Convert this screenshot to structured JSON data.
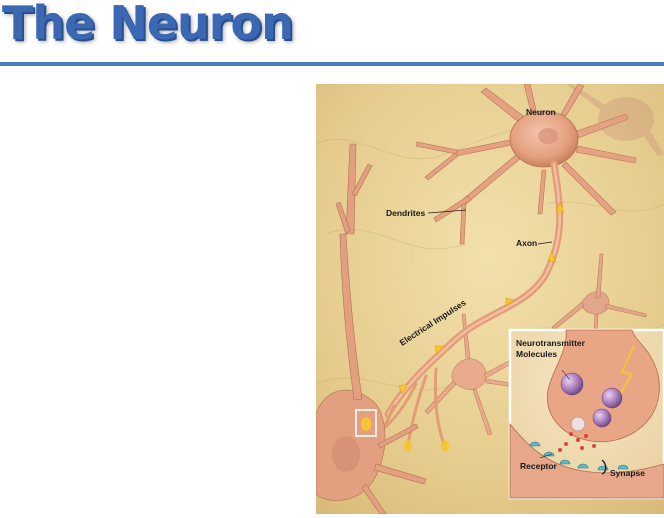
{
  "title": "The Neuron",
  "diagram": {
    "labels": {
      "neuron": "Neuron",
      "dendrites": "Dendrites",
      "axon": "Axon",
      "electrical_impulses": "Electrical Impulses",
      "neurotransmitter_line1": "Neurotransmitter",
      "neurotransmitter_line2": "Molecules",
      "receptor": "Receptor",
      "synapse": "Synapse"
    },
    "colors": {
      "title": "#3a68b3",
      "rule": "#4a7ac2",
      "background": "#e9d39a",
      "neuron_body": "#e7a98a",
      "impulse": "#f7c531"
    }
  }
}
